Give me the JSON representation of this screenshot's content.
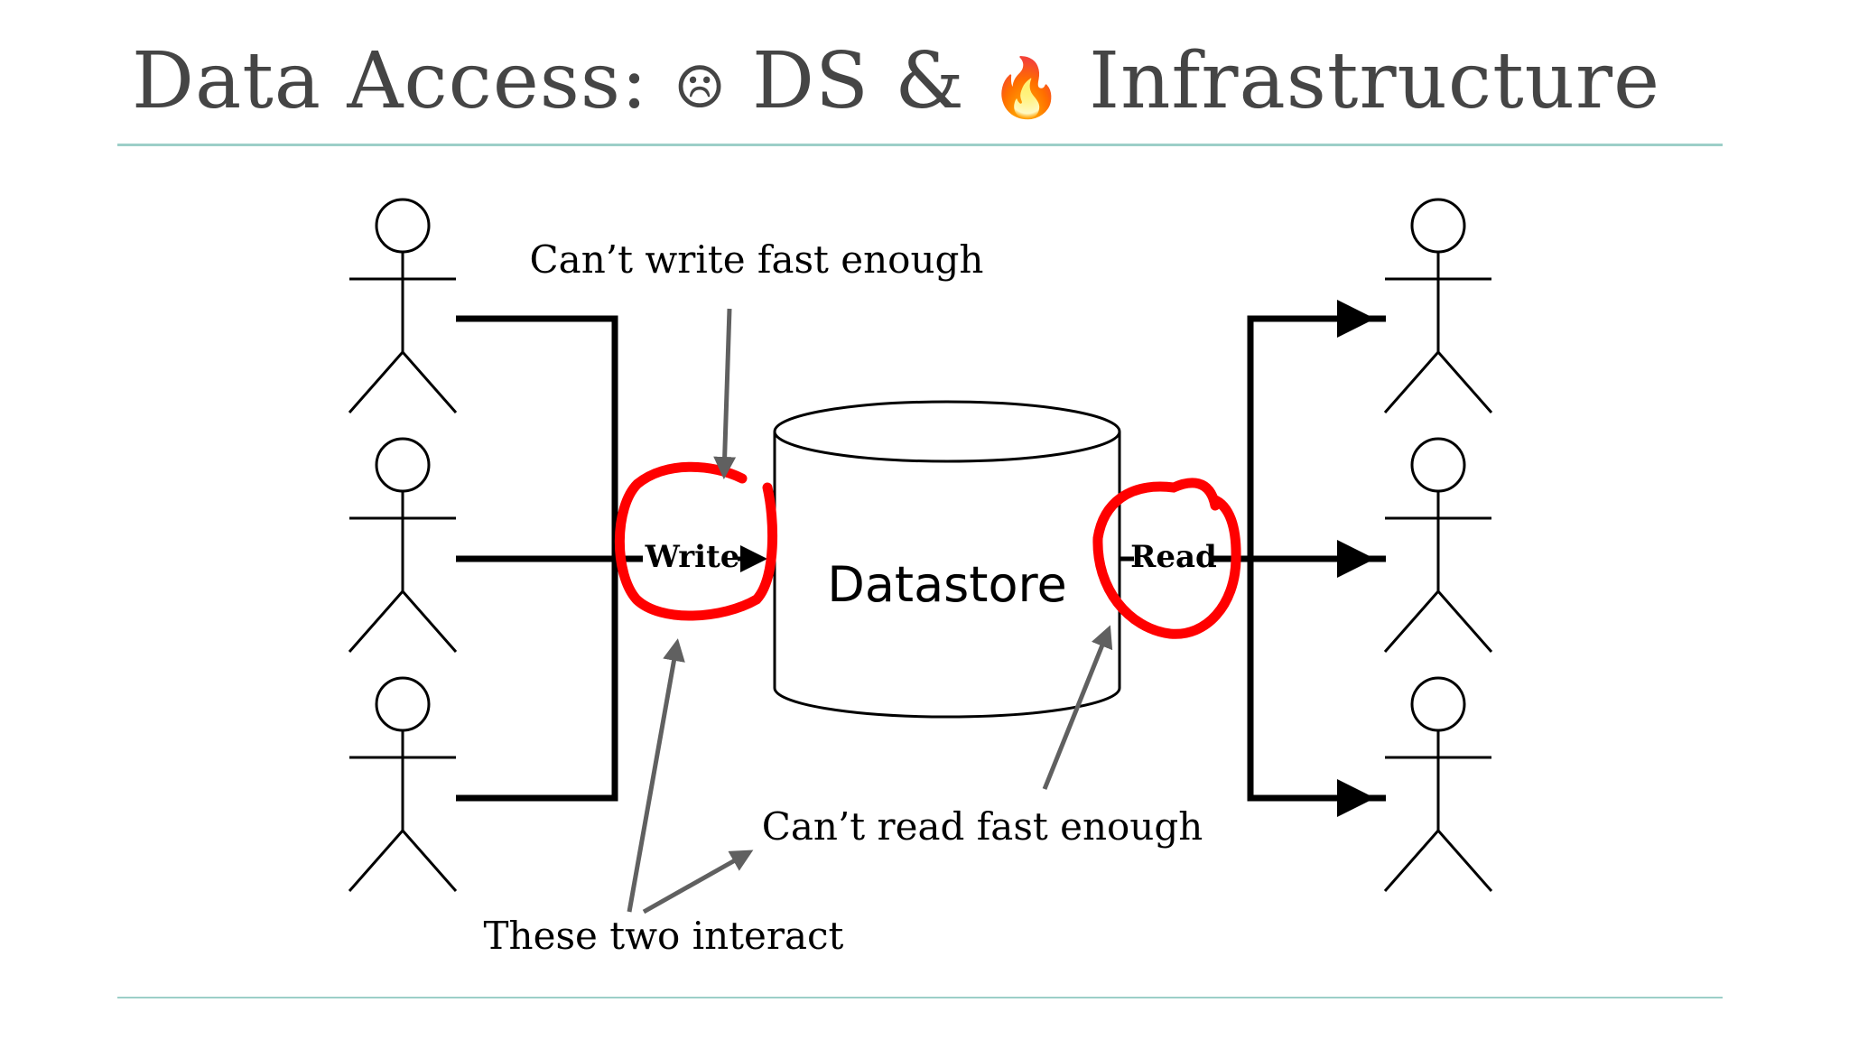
{
  "title": {
    "prefix": "Data Access:",
    "sad_emoji": "☹",
    "middle": "DS &",
    "fire_emoji": "🔥",
    "suffix": "Infrastructure"
  },
  "diagram": {
    "datastore_label": "Datastore",
    "write_label": "Write",
    "read_label": "Read",
    "annotation_write": "Can’t write fast enough",
    "annotation_read": "Can’t read fast enough",
    "annotation_interact": "These two interact"
  },
  "colors": {
    "text": "#454545",
    "rule": "#9ccfc8",
    "highlight_circle": "#ff0000",
    "annotation_arrow": "#606060"
  }
}
